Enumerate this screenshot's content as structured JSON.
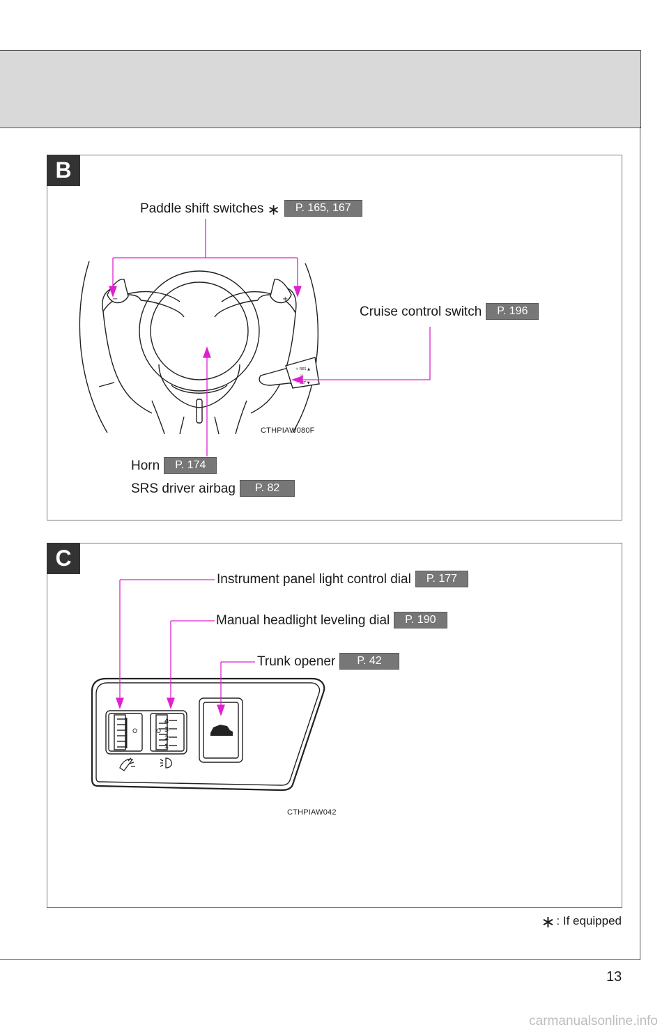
{
  "sections": {
    "b": {
      "tag": "B",
      "paddle_label": "Paddle shift switches",
      "paddle_ref": "P. 165, 167",
      "cruise_label": "Cruise control switch",
      "cruise_ref": "P. 196",
      "horn_label": "Horn",
      "horn_ref": "P. 174",
      "airbag_label": "SRS driver airbag",
      "airbag_ref": "P. 82",
      "figure_code": "CTHPIAW080F",
      "paddle_minus": "−",
      "paddle_plus": "+",
      "cruise_marks": [
        "+ RES ▲",
        "▯▯",
        "− SET ▼"
      ]
    },
    "c": {
      "tag": "C",
      "instrument_label": "Instrument panel light control dial",
      "instrument_ref": "P. 177",
      "leveling_label": "Manual headlight leveling dial",
      "leveling_ref": "P. 190",
      "trunk_label": "Trunk opener",
      "trunk_ref": "P. 42",
      "figure_code": "CTHPIAW042",
      "dial_zero_left": "O",
      "dial_zero_right": "O",
      "dial_numbers": [
        "4",
        "3",
        "2",
        "1"
      ]
    }
  },
  "footnote": {
    "symbol": "∗",
    "text": ": If equipped"
  },
  "page_number": "13",
  "watermark": "carmanualsonline.info",
  "colors": {
    "leader_line": "#e020d0",
    "ref_badge": "#777777",
    "tag_bg": "#333333",
    "header_band": "#d9d9d9"
  }
}
